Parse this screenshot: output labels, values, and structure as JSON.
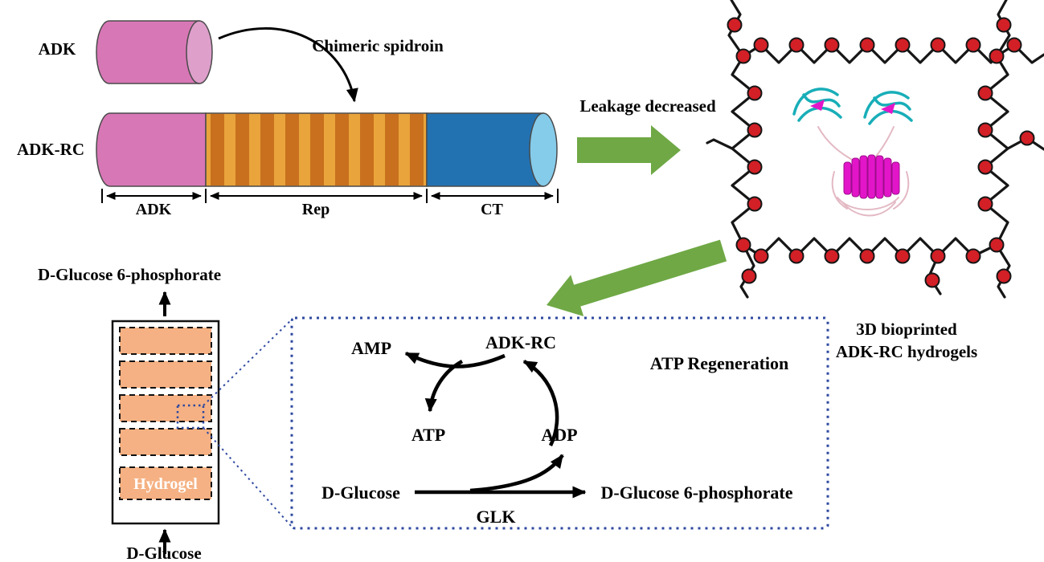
{
  "colors": {
    "pink": "#D877B6",
    "pink_cap": "#DE9FCB",
    "stripe_light": "#E9A43B",
    "stripe_dark": "#C8701E",
    "blue": "#2272B2",
    "blue_cap": "#85CBEA",
    "green": "#6FA845",
    "red_dot": "#D31F26",
    "navy": "#2F49A0",
    "salmon": "#F5B183",
    "cyan": "#18AEB8",
    "magenta": "#E315C9",
    "light_pink": "#E3B9C4"
  },
  "construct": {
    "adk_label": "ADK",
    "chimeric_arrow_label": "Chimeric spidroin",
    "adk_rc_label": "ADK-RC",
    "segments": {
      "adk": "ADK",
      "rep": "Rep",
      "ct": "CT"
    }
  },
  "network": {
    "leakage_label": "Leakage decreased",
    "caption_line1": "3D bioprinted",
    "caption_line2": "ADK-RC hydrogels"
  },
  "hydrogel_column": {
    "product_label": "D-Glucose 6-phosphorate",
    "hydrogel_label": "Hydrogel",
    "substrate_label": "D-Glucose"
  },
  "reaction": {
    "title": "ATP Regeneration",
    "amp": "AMP",
    "adk_rc": "ADK-RC",
    "atp": "ATP",
    "adp": "ADP",
    "substrate": "D-Glucose",
    "enzyme": "GLK",
    "product": "D-Glucose 6-phosphorate"
  }
}
